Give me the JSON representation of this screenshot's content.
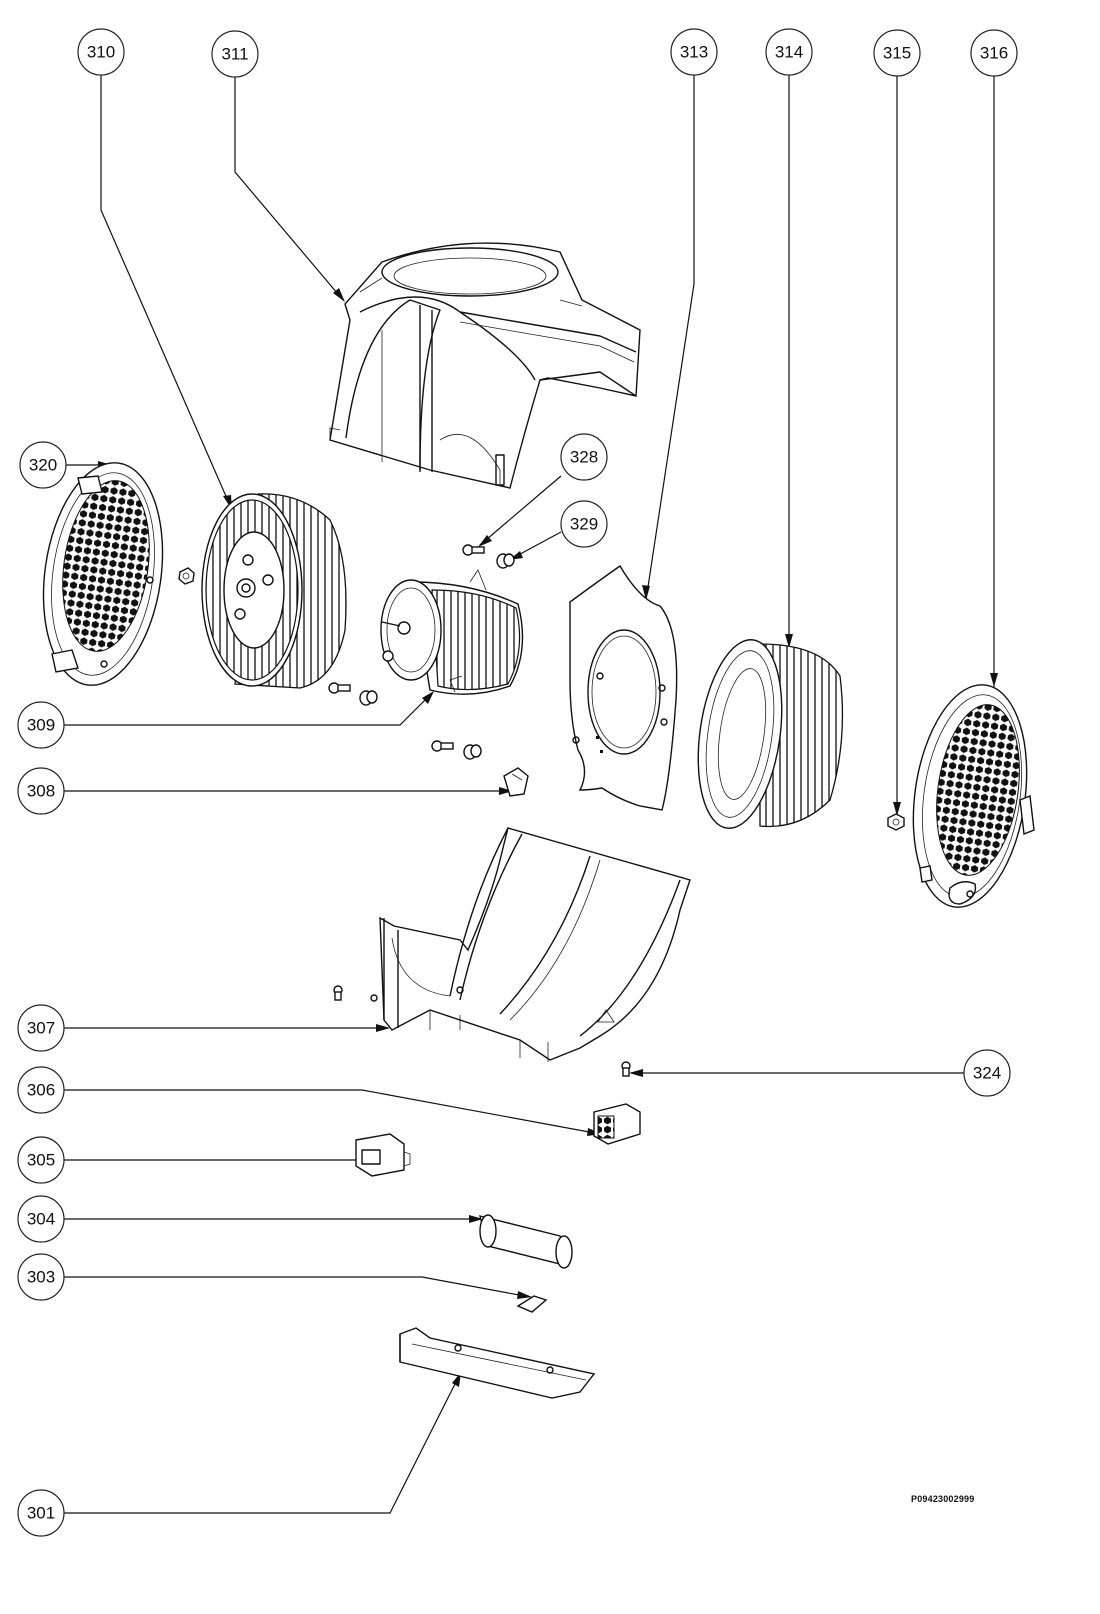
{
  "callouts": [
    {
      "id": "301",
      "label": "301"
    },
    {
      "id": "303",
      "label": "303"
    },
    {
      "id": "304",
      "label": "304"
    },
    {
      "id": "305",
      "label": "305"
    },
    {
      "id": "306",
      "label": "306"
    },
    {
      "id": "307",
      "label": "307"
    },
    {
      "id": "308",
      "label": "308"
    },
    {
      "id": "309",
      "label": "309"
    },
    {
      "id": "310",
      "label": "310"
    },
    {
      "id": "311",
      "label": "311"
    },
    {
      "id": "313",
      "label": "313"
    },
    {
      "id": "314",
      "label": "314"
    },
    {
      "id": "315",
      "label": "315"
    },
    {
      "id": "316",
      "label": "316"
    },
    {
      "id": "320",
      "label": "320"
    },
    {
      "id": "324",
      "label": "324"
    },
    {
      "id": "328",
      "label": "328"
    },
    {
      "id": "329",
      "label": "329"
    }
  ],
  "document_code": "P09423002999",
  "colors": {
    "line": "#111111",
    "background": "#ffffff"
  }
}
